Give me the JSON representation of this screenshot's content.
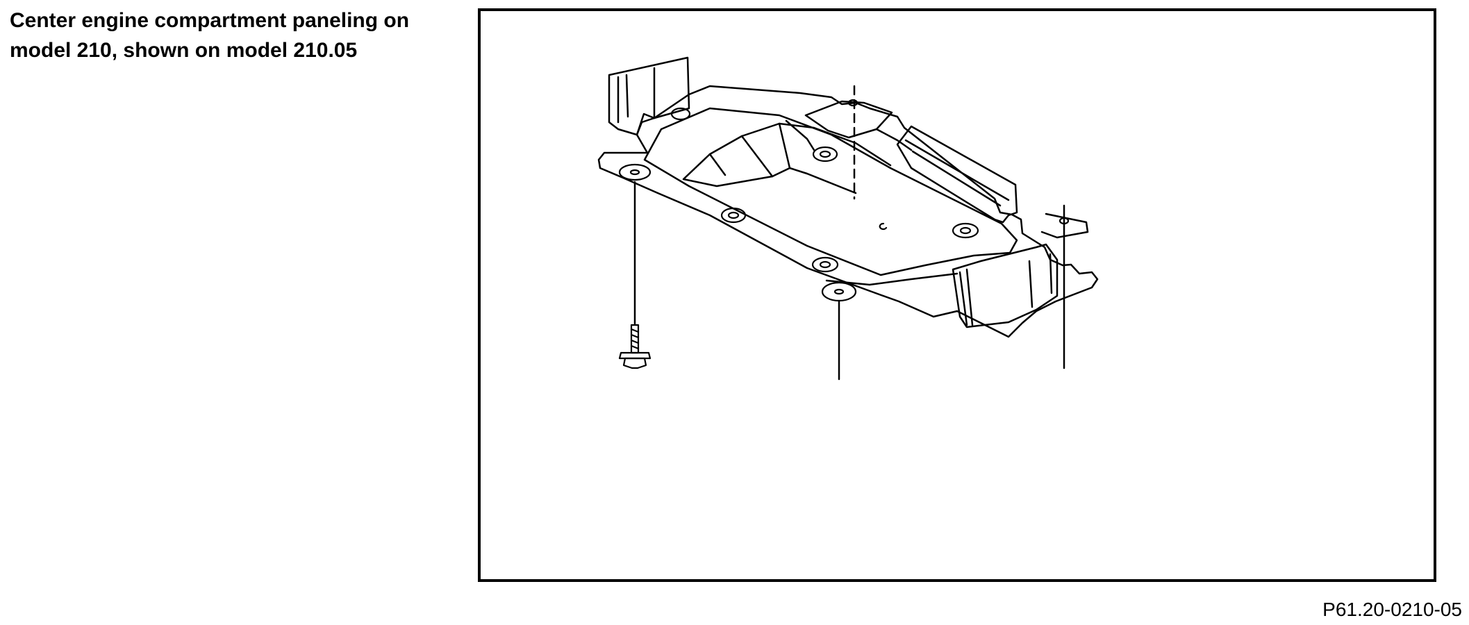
{
  "caption": {
    "line1": "Center engine compartment paneling on",
    "line2": "model 210, shown on model 210.05"
  },
  "figure_code": "P61.20-0210-05",
  "colors": {
    "ink": "#000000",
    "paper": "#ffffff"
  },
  "diagram": {
    "subject": "center engine compartment paneling",
    "parts": [
      "paneling",
      "screw",
      "fastening points",
      "leader lines"
    ]
  }
}
